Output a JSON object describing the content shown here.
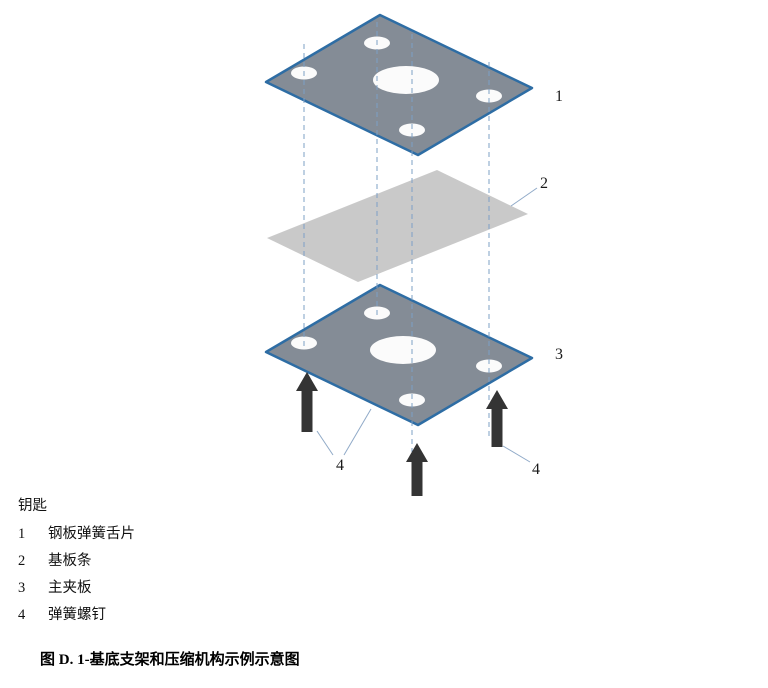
{
  "figure": {
    "labels": {
      "part1": "1",
      "part2": "2",
      "part3": "3",
      "part4": "4"
    },
    "colors": {
      "plate_fill": "#848c96",
      "plate_border": "#2e6da4",
      "strip_fill": "#c9c9c9",
      "hole_fill": "#fbfbfb",
      "guide_line": "#7da0c6",
      "leader_line": "#90aac8",
      "arrow": "#343434"
    }
  },
  "key": {
    "title": "钥匙",
    "items": [
      {
        "num": "1",
        "label": "钢板弹簧舌片"
      },
      {
        "num": "2",
        "label": "基板条"
      },
      {
        "num": "3",
        "label": "主夹板"
      },
      {
        "num": "4",
        "label": "弹簧螺钉"
      }
    ]
  },
  "caption": "图 D. 1-基底支架和压缩机构示例示意图"
}
